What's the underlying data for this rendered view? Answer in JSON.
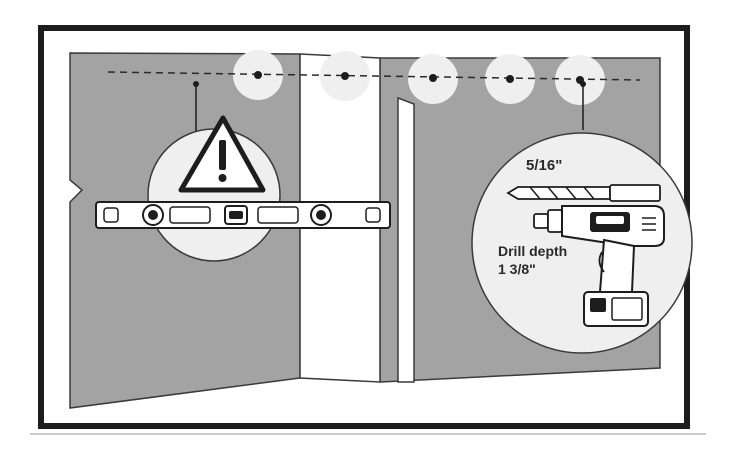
{
  "labels": {
    "bit_size": "5/16\"",
    "drill_depth_line1": "Drill depth",
    "drill_depth_line2": "1 3/8\""
  },
  "colors": {
    "wall": "#a3a3a3",
    "frame": "#1d1d1d",
    "callout": "#efefef",
    "ink": "#2a2a2a"
  },
  "icons": [
    "warning-triangle-icon",
    "spirit-level-icon",
    "drill-bit-icon",
    "cordless-drill-icon"
  ],
  "drill_point_count": 5
}
